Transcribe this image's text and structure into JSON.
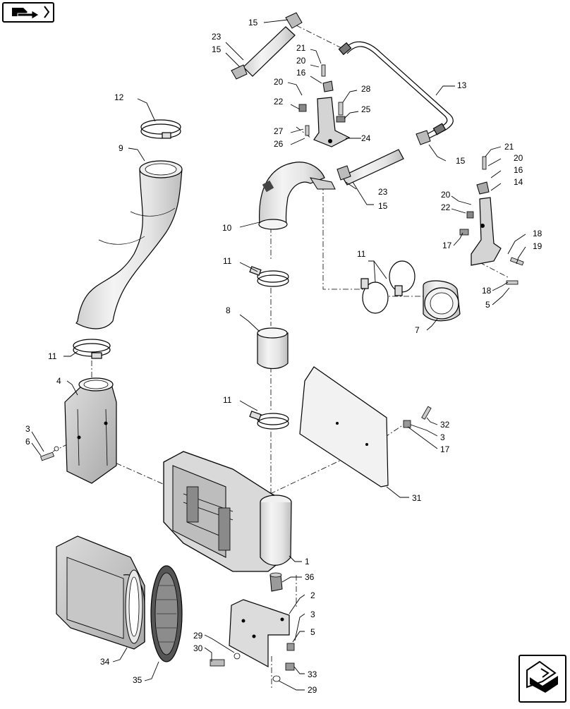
{
  "nav": {
    "top_icon": "page-forward-icon",
    "bottom_icon": "next-page-icon"
  },
  "callouts": {
    "c1": "1",
    "c2": "2",
    "c3a": "3",
    "c3b": "3",
    "c3c": "3",
    "c4": "4",
    "c5a": "5",
    "c5b": "5",
    "c6": "6",
    "c7": "7",
    "c8": "8",
    "c9": "9",
    "c10": "10",
    "c11a": "11",
    "c11b": "11",
    "c11c": "11",
    "c11d": "11",
    "c12": "12",
    "c13": "13",
    "c14": "14",
    "c15a": "15",
    "c15b": "15",
    "c15c": "15",
    "c15d": "15",
    "c16a": "16",
    "c16b": "16",
    "c17a": "17",
    "c17b": "17",
    "c18a": "18",
    "c18b": "18",
    "c19": "19",
    "c20a": "20",
    "c20b": "20",
    "c20c": "20",
    "c20d": "20",
    "c21a": "21",
    "c21b": "21",
    "c22a": "22",
    "c22b": "22",
    "c23a": "23",
    "c23b": "23",
    "c24": "24",
    "c25": "25",
    "c26": "26",
    "c27": "27",
    "c28": "28",
    "c29a": "29",
    "c29b": "29",
    "c30": "30",
    "c31": "31",
    "c32": "32",
    "c33": "33",
    "c34": "34",
    "c35": "35",
    "c36": "36"
  }
}
